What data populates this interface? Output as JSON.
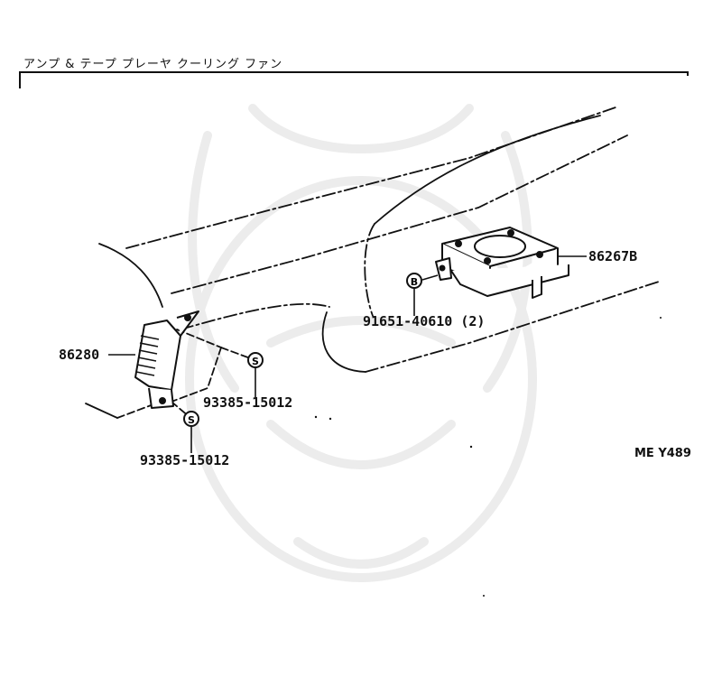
{
  "header": {
    "title": "アンプ & テープ プレーヤ クーリング ファン"
  },
  "callouts": [
    {
      "id": "86280",
      "text": "86280"
    },
    {
      "id": "86267B",
      "text": "86267B"
    },
    {
      "id": "91651",
      "text": "91651-40610 (2)"
    },
    {
      "id": "93385a",
      "text": "93385-15012"
    },
    {
      "id": "93385b",
      "text": "93385-15012"
    }
  ],
  "symbols": {
    "screw": "S",
    "bolt": "B"
  },
  "figure_code": "ME Y489"
}
